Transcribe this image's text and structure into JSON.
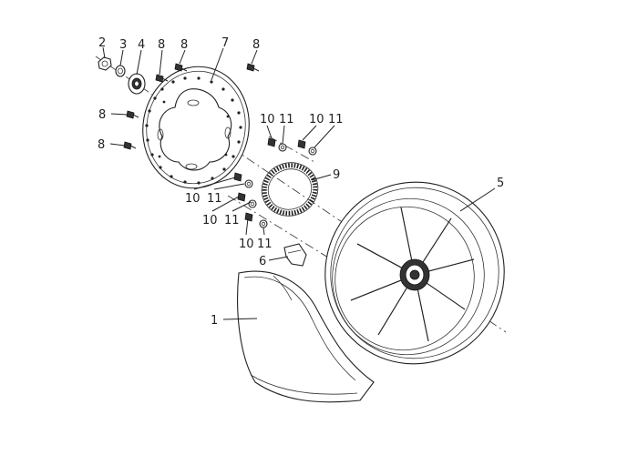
{
  "callouts": {
    "c1": "1",
    "c2": "2",
    "c3": "3",
    "c4": "4",
    "c5": "5",
    "c6": "6",
    "c7": "7",
    "c8": "8",
    "c9": "9",
    "c10": "10",
    "c11": "11"
  },
  "colors": {
    "line": "#222222",
    "background": "#ffffff"
  }
}
